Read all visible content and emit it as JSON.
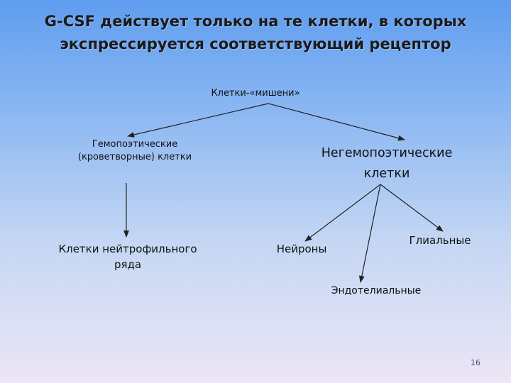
{
  "title": {
    "line1": "G-CSF действует только на те клетки, в которых",
    "line2": "экспрессируется соответствующий рецептор"
  },
  "nodes": {
    "root": "Клетки-«мишени»",
    "hemopoietic": {
      "line1": "Гемопоэтические",
      "line2": "(кроветворные)  клетки"
    },
    "non_hemopoietic": {
      "line1": "Негемопоэтические",
      "line2": "клетки"
    },
    "neutrophil": {
      "line1": "Клетки нейтрофильного",
      "line2": "ряда"
    },
    "neurons": "Нейроны",
    "glial": "Глиальные",
    "endothelial": "Эндотелиальные"
  },
  "page_number": "16"
}
